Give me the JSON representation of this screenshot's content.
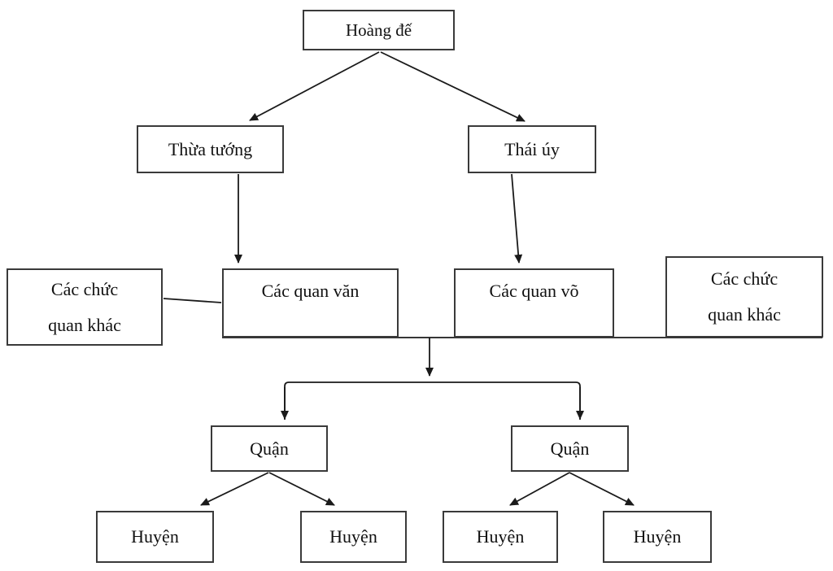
{
  "diagram": {
    "description": "Organization chart of state apparatus",
    "nodes": {
      "emperor": {
        "label": "Hoàng đế"
      },
      "chancellor": {
        "label": "Thừa tướng"
      },
      "grand_commandant": {
        "label": "Thái úy"
      },
      "other_officials_left": {
        "line1": "Các chức",
        "line2": "quan khác"
      },
      "civil_officials": {
        "label": "Các quan văn"
      },
      "military_officials": {
        "label": "Các quan võ"
      },
      "other_officials_right": {
        "line1": "Các chức",
        "line2": "quan khác"
      },
      "commandery_left": {
        "label": "Quận"
      },
      "commandery_right": {
        "label": "Quận"
      },
      "district_1": {
        "label": "Huyện"
      },
      "district_2": {
        "label": "Huyện"
      },
      "district_3": {
        "label": "Huyện"
      },
      "district_4": {
        "label": "Huyện"
      }
    },
    "edges": [
      {
        "from": "Hoàng đế",
        "to": "Thừa tướng",
        "type": "arrow"
      },
      {
        "from": "Hoàng đế",
        "to": "Thái úy",
        "type": "arrow"
      },
      {
        "from": "Thừa tướng",
        "to": "Các quan văn",
        "type": "arrow"
      },
      {
        "from": "Thái úy",
        "to": "Các quan võ",
        "type": "arrow"
      },
      {
        "from": "Các chức quan khác",
        "to": "Các quan văn",
        "type": "line"
      },
      {
        "from": "Các chức quan khác",
        "to": "Các quan võ",
        "type": "line"
      },
      {
        "from": "Các quan văn / Các quan võ",
        "to": "Quận",
        "type": "arrow"
      },
      {
        "from": "Các quan văn / Các quan võ",
        "to": "Quận",
        "type": "arrow"
      },
      {
        "from": "Quận",
        "to": "Huyện",
        "type": "arrow"
      },
      {
        "from": "Quận",
        "to": "Huyện",
        "type": "arrow"
      },
      {
        "from": "Quận",
        "to": "Huyện",
        "type": "arrow"
      },
      {
        "from": "Quận",
        "to": "Huyện",
        "type": "arrow"
      }
    ],
    "colors": {
      "background": "#ffffff",
      "box_border": "#3a3a3a",
      "line": "#1a1a1a",
      "text": "#111111"
    }
  }
}
